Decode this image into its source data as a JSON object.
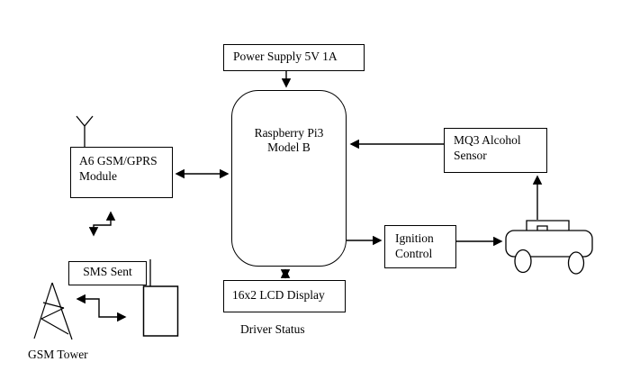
{
  "diagram": {
    "background": "#ffffff",
    "line_color": "#000000",
    "nodes": {
      "power_supply": {
        "label": "Power Supply 5V 1A"
      },
      "raspberry_pi": {
        "label": "Raspberry Pi3\nModel B"
      },
      "gsm_module": {
        "label": "A6 GSM/GPRS\nModule"
      },
      "mq3_sensor": {
        "label": "MQ3 Alcohol\nSensor"
      },
      "ignition_control": {
        "label": "Ignition\nControl"
      },
      "sms_sent": {
        "label": "SMS Sent"
      },
      "lcd_display": {
        "label": "16x2 LCD Display"
      }
    },
    "captions": {
      "driver_status": "Driver Status",
      "gsm_tower": "GSM Tower"
    },
    "icons": [
      {
        "name": "antenna-icon",
        "attached_to": "gsm_module"
      },
      {
        "name": "gsm-tower-icon",
        "attached_to": "gsm_tower_label"
      },
      {
        "name": "mobile-phone-icon",
        "attached_to": "sms_sent"
      },
      {
        "name": "car-icon",
        "attached_to": "ignition_control"
      }
    ],
    "edges": [
      {
        "from": "power_supply",
        "to": "raspberry_pi",
        "style": "arrow"
      },
      {
        "from": "gsm_module",
        "to": "raspberry_pi",
        "style": "double-arrow"
      },
      {
        "from": "mq3_sensor",
        "to": "raspberry_pi",
        "style": "arrow"
      },
      {
        "from": "raspberry_pi",
        "to": "ignition_control",
        "style": "arrow"
      },
      {
        "from": "ignition_control",
        "to": "car",
        "style": "arrow"
      },
      {
        "from": "car",
        "to": "mq3_sensor",
        "style": "arrow"
      },
      {
        "from": "raspberry_pi",
        "to": "lcd_display",
        "style": "double-arrow"
      },
      {
        "from": "gsm_module",
        "to": "sms_sent",
        "style": "double-arrow-stepped"
      },
      {
        "from": "gsm_tower",
        "to": "mobile_phone",
        "style": "double-arrow-stepped"
      }
    ]
  }
}
